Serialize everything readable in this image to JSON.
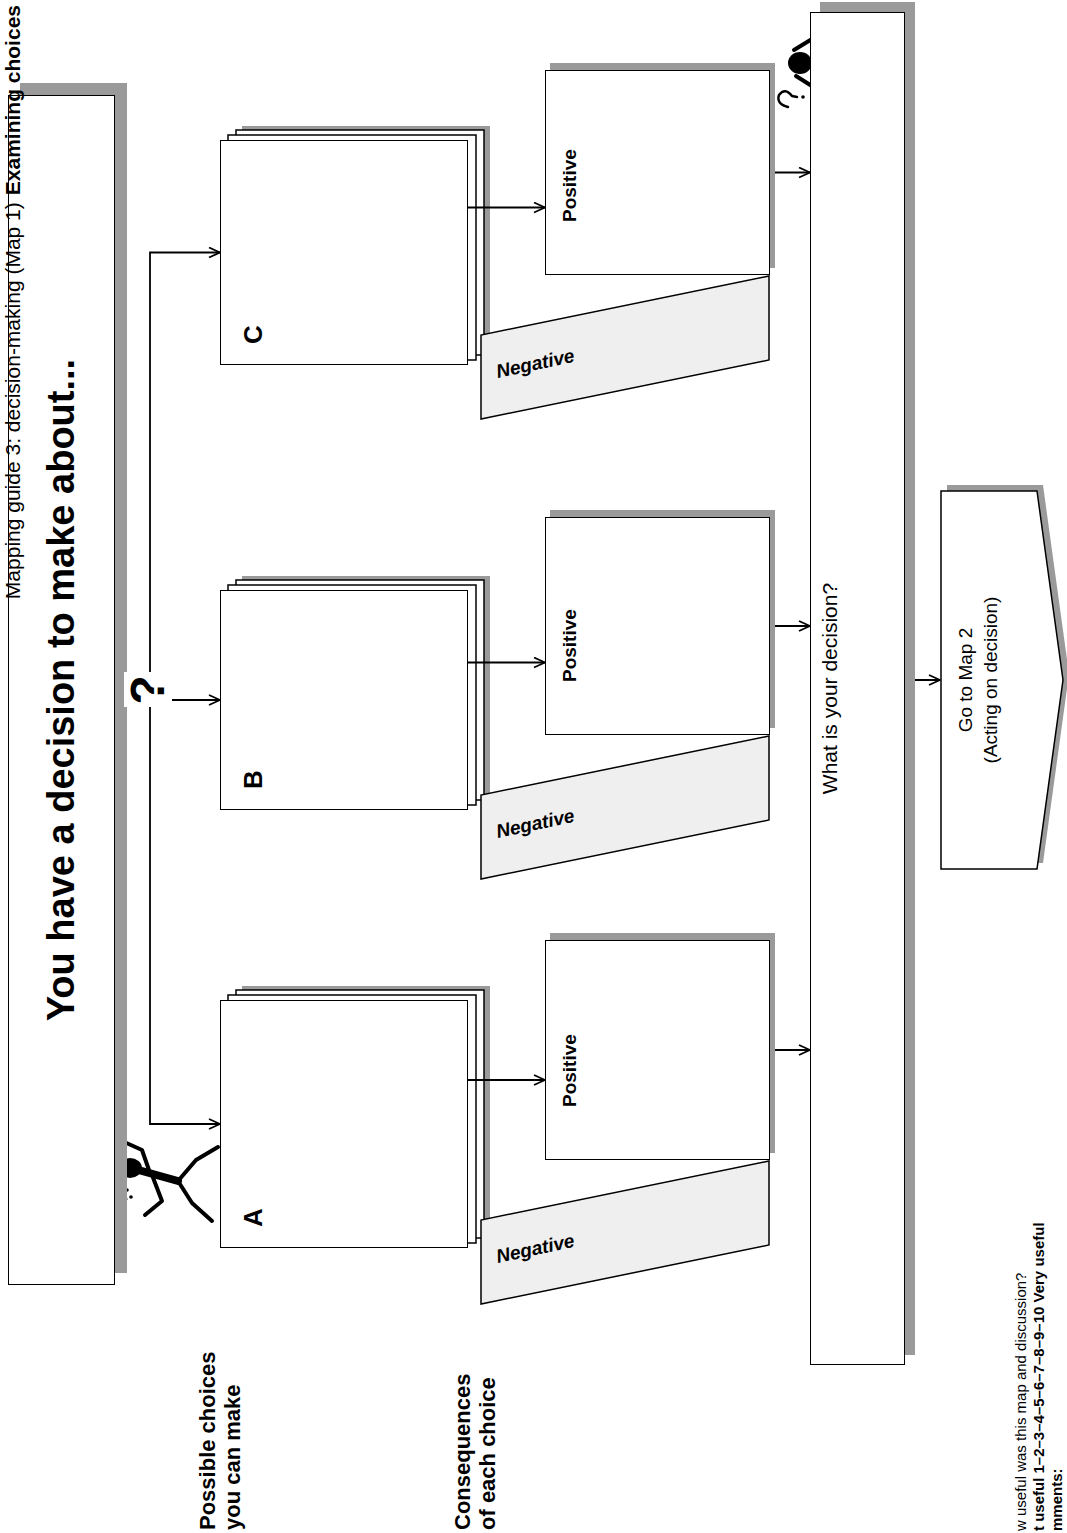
{
  "diagram": {
    "nodes": [
      {
        "text": [
          "You have a decision to make about..."
        ]
      },
      {
        "text": [
          "A"
        ]
      },
      {
        "text": [
          "B"
        ]
      },
      {
        "text": [
          "C"
        ]
      },
      {
        "text": [
          "Negative"
        ]
      },
      {
        "text": [
          "Positive"
        ]
      },
      {
        "text": [
          "Negative"
        ]
      },
      {
        "text": [
          "Positive"
        ]
      },
      {
        "text": [
          "Negative"
        ]
      },
      {
        "text": [
          "Positive"
        ]
      },
      {
        "text": [
          "What is your decision?"
        ]
      },
      {
        "text": [
          "Go to Map 2 (Acting on decision)"
        ]
      }
    ],
    "edges": [
      {
        "from": 0,
        "to": 1,
        "arrow": "to"
      },
      {
        "from": 0,
        "to": 2,
        "arrow": "to",
        "label": "?"
      },
      {
        "from": 0,
        "to": 3,
        "arrow": "to"
      },
      {
        "from": 1,
        "to": 5,
        "arrow": "to"
      },
      {
        "from": 2,
        "to": 7,
        "arrow": "to"
      },
      {
        "from": 3,
        "to": 9,
        "arrow": "to"
      },
      {
        "from": 5,
        "to": 10,
        "arrow": "to"
      },
      {
        "from": 7,
        "to": 10,
        "arrow": "to"
      },
      {
        "from": 9,
        "to": 10,
        "arrow": "to"
      },
      {
        "from": 10,
        "to": 11,
        "arrow": "to"
      }
    ],
    "labels": [
      "Mapping guide 3: decision-making (Map 1)",
      "Examining choices",
      "Possible choices you can make",
      "Consequences of each choice",
      "w useful was this map and discussion?",
      "t useful 1–2–3–4–5–6–7–8–9–10 Very useful",
      "mments:"
    ]
  }
}
